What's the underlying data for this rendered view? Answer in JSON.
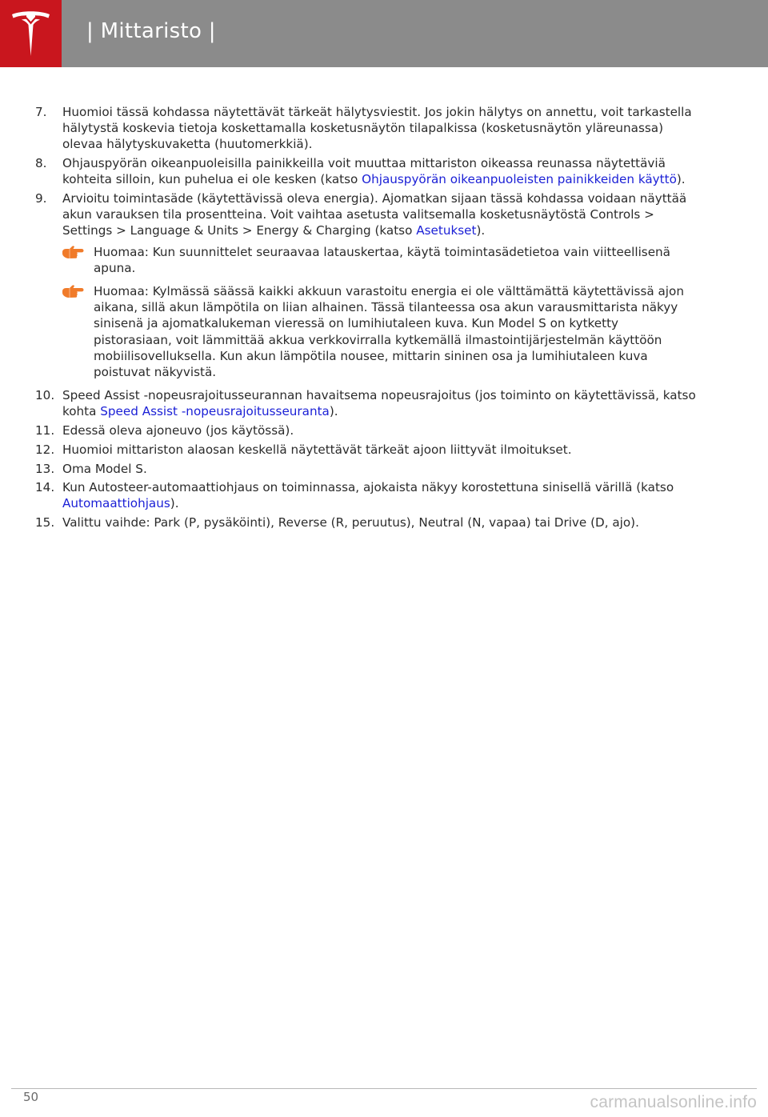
{
  "header": {
    "title": "| Mittaristo |"
  },
  "items": [
    {
      "num": "7.",
      "parts": [
        {
          "text": "Huomioi tässä kohdassa näytettävät tärkeät hälytysviestit. Jos jokin hälytys on annettu, voit tarkastella hälytystä koskevia tietoja koskettamalla kosketusnäytön tilapalkissa (kosketusnäytön yläreunassa) olevaa hälytyskuvaketta (huutomerkkiä).",
          "link": false
        }
      ]
    },
    {
      "num": "8.",
      "parts": [
        {
          "text": "Ohjauspyörän oikeanpuoleisilla painikkeilla voit muuttaa mittariston oikeassa reunassa näytettäviä kohteita silloin, kun puhelua ei ole kesken (katso ",
          "link": false
        },
        {
          "text": "Ohjauspyörän oikeanpuoleisten painikkeiden käyttö",
          "link": true
        },
        {
          "text": ").",
          "link": false
        }
      ]
    },
    {
      "num": "9.",
      "parts": [
        {
          "text": "Arvioitu toimintasäde (käytettävissä oleva energia). Ajomatkan sijaan tässä kohdassa voidaan näyttää akun varauksen tila prosentteina. Voit vaihtaa asetusta valitsemalla kosketusnäytöstä Controls > Settings > Language & Units > Energy & Charging (katso ",
          "link": false
        },
        {
          "text": "Asetukset",
          "link": true
        },
        {
          "text": ").",
          "link": false
        }
      ]
    },
    {
      "note": "Huomaa: Kun suunnittelet seuraavaa latauskertaa, käytä toimintasädetietoa vain viitteellisenä apuna."
    },
    {
      "note": "Huomaa: Kylmässä säässä kaikki akkuun varastoitu energia ei ole välttämättä käytettävissä ajon aikana, sillä akun lämpötila on liian alhainen. Tässä tilanteessa osa akun varausmittarista näkyy sinisenä ja ajomatkalukeman vieressä on lumihiutaleen kuva. Kun Model S on kytketty pistorasiaan, voit lämmittää akkua verkkovirralla kytkemällä ilmastointijärjestelmän käyttöön mobiilisovelluksella. Kun akun lämpötila nousee, mittarin sininen osa ja lumihiutaleen kuva poistuvat näkyvistä."
    },
    {
      "num": "10.",
      "parts": [
        {
          "text": "Speed Assist -nopeusrajoitusseurannan havaitsema nopeusrajoitus (jos toiminto on käytettävissä, katso kohta ",
          "link": false
        },
        {
          "text": "Speed Assist -nopeusrajoitusseuranta",
          "link": true
        },
        {
          "text": ").",
          "link": false
        }
      ]
    },
    {
      "num": "11.",
      "parts": [
        {
          "text": "Edessä oleva ajoneuvo (jos käytössä).",
          "link": false
        }
      ]
    },
    {
      "num": "12.",
      "parts": [
        {
          "text": "Huomioi mittariston alaosan keskellä näytettävät tärkeät ajoon liittyvät ilmoitukset.",
          "link": false
        }
      ]
    },
    {
      "num": "13.",
      "parts": [
        {
          "text": "Oma Model S.",
          "link": false
        }
      ]
    },
    {
      "num": "14.",
      "parts": [
        {
          "text": "Kun Autosteer-automaattiohjaus on toiminnassa, ajokaista näkyy korostettuna sinisellä värillä (katso ",
          "link": false
        },
        {
          "text": "Automaattiohjaus",
          "link": true
        },
        {
          "text": ").",
          "link": false
        }
      ]
    },
    {
      "num": "15.",
      "parts": [
        {
          "text": "Valittu vaihde: Park (P, pysäköinti), Reverse (R, peruutus), Neutral (N, vapaa) tai Drive (D, ajo).",
          "link": false
        }
      ]
    }
  ],
  "footer": {
    "page_number": "50",
    "watermark": "carmanualsonline.info"
  },
  "colors": {
    "header_bg": "#8b8b8b",
    "logo_bg": "#c9161e",
    "link": "#1a1fd6",
    "note_icon": "#f07b2a"
  },
  "icons": {
    "logo": "tesla-logo-icon",
    "note": "pointing-hand-icon"
  }
}
